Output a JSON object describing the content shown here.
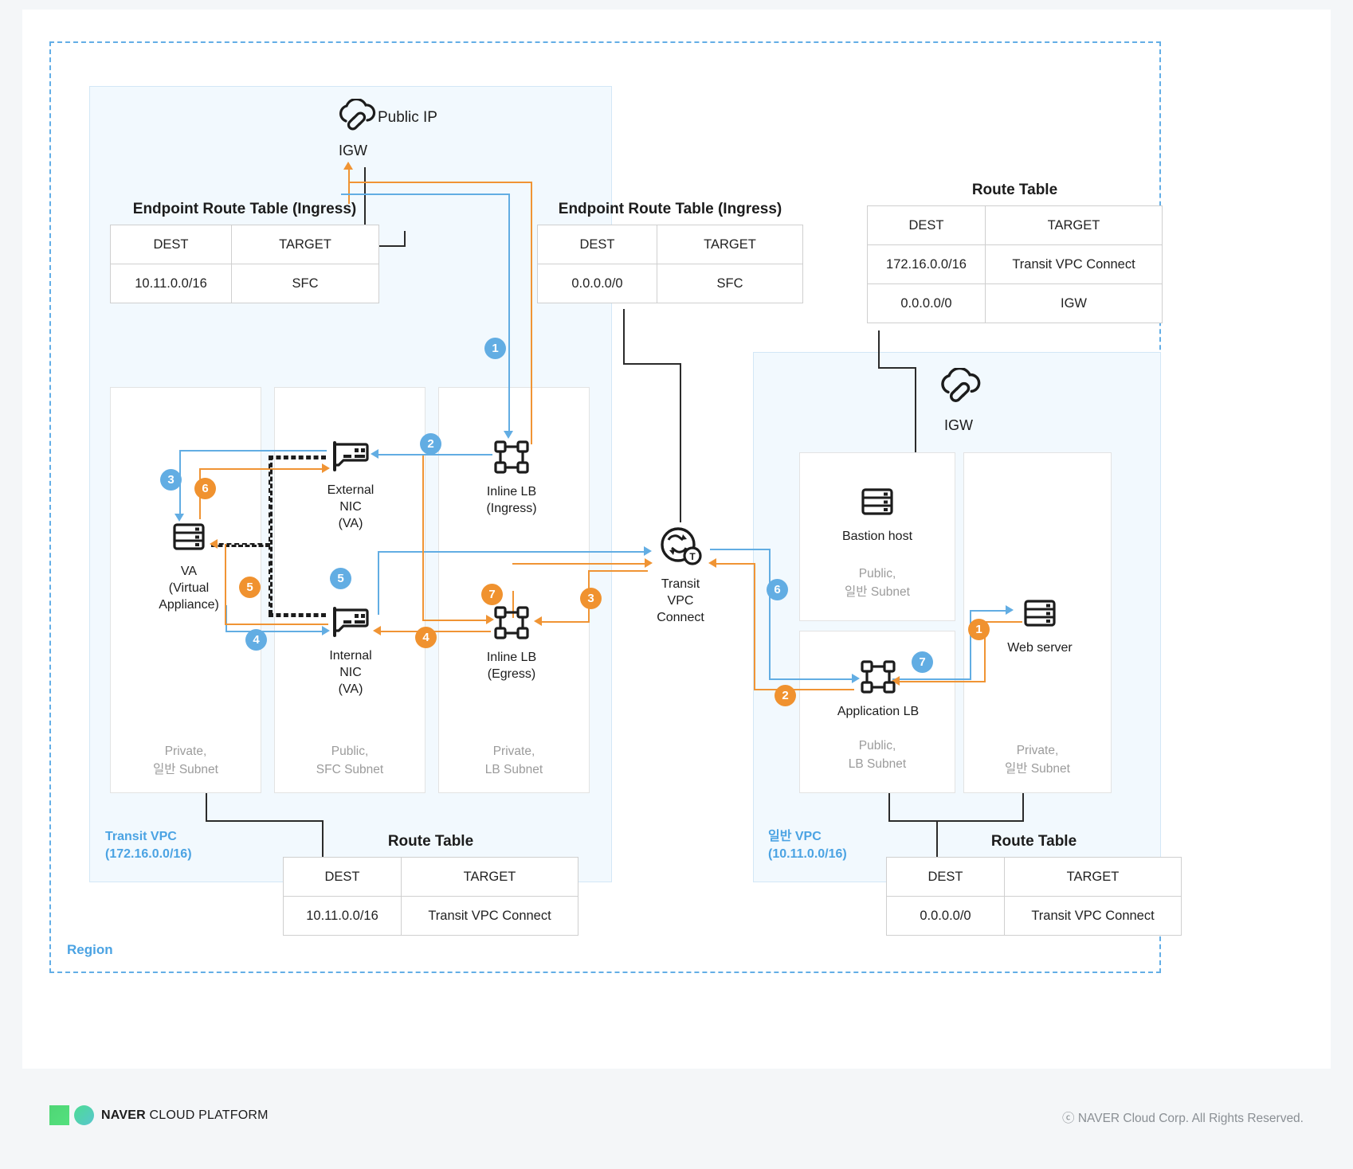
{
  "region": {
    "label": "Region"
  },
  "vpcs": {
    "transit": {
      "name": "Transit VPC",
      "cidr": "(172.16.0.0/16)"
    },
    "general": {
      "name": "일반 VPC",
      "cidr": "(10.11.0.0/16)"
    }
  },
  "nodes": {
    "public_ip": "Public IP",
    "igw_left": "IGW",
    "igw_right": "IGW",
    "inline_lb_ingress": "Inline LB\n(Ingress)",
    "inline_lb_ingress_l1": "Inline LB",
    "inline_lb_ingress_l2": "(Ingress)",
    "inline_lb_egress_l1": "Inline LB",
    "inline_lb_egress_l2": "(Egress)",
    "external_nic_l1": "External",
    "external_nic_l2": "NIC",
    "external_nic_l3": "(VA)",
    "internal_nic_l1": "Internal",
    "internal_nic_l2": "NIC",
    "internal_nic_l3": "(VA)",
    "va_l1": "VA",
    "va_l2": "(Virtual",
    "va_l3": "Appliance)",
    "transit_vpc_connect_l1": "Transit",
    "transit_vpc_connect_l2": "VPC",
    "transit_vpc_connect_l3": "Connect",
    "bastion_host": "Bastion host",
    "web_server": "Web server",
    "application_lb": "Application LB"
  },
  "subnets": {
    "private_general_l1": "Private,",
    "private_general_l2": "일반 Subnet",
    "public_sfc_l1": "Public,",
    "public_sfc_l2": "SFC Subnet",
    "private_lb_l1": "Private,",
    "private_lb_l2": "LB Subnet",
    "r_public_general_l1": "Public,",
    "r_public_general_l2": "일반 Subnet",
    "r_public_lb_l1": "Public,",
    "r_public_lb_l2": "LB Subnet",
    "r_private_general_l1": "Private,",
    "r_private_general_l2": "일반 Subnet"
  },
  "tables": {
    "endpoint_ingress_1": {
      "title": "Endpoint Route Table (Ingress)",
      "headers": [
        "DEST",
        "TARGET"
      ],
      "rows": [
        [
          "10.11.0.0/16",
          "SFC"
        ]
      ]
    },
    "endpoint_ingress_2": {
      "title": "Endpoint Route Table (Ingress)",
      "headers": [
        "DEST",
        "TARGET"
      ],
      "rows": [
        [
          "0.0.0.0/0",
          "SFC"
        ]
      ]
    },
    "route_table_top_right": {
      "title": "Route Table",
      "headers": [
        "DEST",
        "TARGET"
      ],
      "rows": [
        [
          "172.16.0.0/16",
          "Transit VPC Connect"
        ],
        [
          "0.0.0.0/0",
          "IGW"
        ]
      ]
    },
    "route_table_bottom_left": {
      "title": "Route Table",
      "headers": [
        "DEST",
        "TARGET"
      ],
      "rows": [
        [
          "10.11.0.0/16",
          "Transit VPC Connect"
        ]
      ]
    },
    "route_table_bottom_right": {
      "title": "Route Table",
      "headers": [
        "DEST",
        "TARGET"
      ],
      "rows": [
        [
          "0.0.0.0/0",
          "Transit VPC Connect"
        ]
      ]
    }
  },
  "steps": {
    "b1": "1",
    "b2": "2",
    "b3": "3",
    "b4": "4",
    "b5": "5",
    "b6": "6",
    "b7": "7",
    "o1": "1",
    "o2": "2",
    "o3": "3",
    "o4": "4",
    "o5": "5",
    "o6": "6",
    "o7": "7"
  },
  "colors": {
    "flow_ingress": "#62ade3",
    "flow_egress": "#f09434",
    "vpc_fill": "#f2f9fe",
    "region_border": "#63aee6"
  },
  "footer": {
    "brand_bold": "NAVER",
    "brand_rest": " CLOUD PLATFORM",
    "copyright": "ⓒ NAVER Cloud Corp. All Rights Reserved."
  }
}
